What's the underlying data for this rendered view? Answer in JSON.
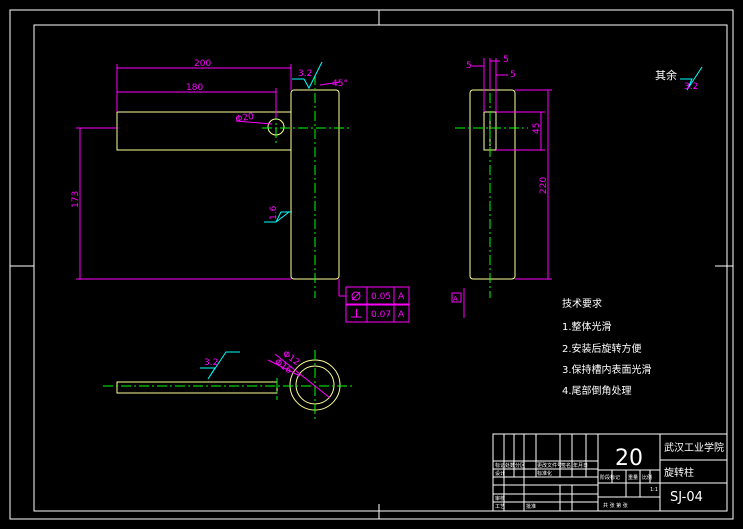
{
  "dimensions": {
    "length_200": "200",
    "length_180": "180",
    "hole_diameter": "Φ20",
    "height_173": "173",
    "angle": "45°",
    "roughness_top": "3.2",
    "roughness_mid": "1.6",
    "side_5a": "5",
    "side_5b": "5",
    "side_5c": "5",
    "side_45": "45",
    "side_220": "220",
    "ring_phi_a": "Φ12",
    "ring_phi_b": "Φ16",
    "roughness_bottom": "3.2",
    "datum": "A"
  },
  "tolerances": [
    {
      "value": "0.05",
      "datum": "A"
    },
    {
      "value": "0.07",
      "datum": "A"
    }
  ],
  "other_finish": {
    "label": "其余",
    "value": "3.2"
  },
  "tech_notes": {
    "title": "技术要求",
    "items": [
      "1.整体光滑",
      "2.安装后旋转方便",
      "3.保持槽内表面光滑",
      "4.尾部倒角处理"
    ]
  },
  "title_block": {
    "material": "20",
    "school": "武汉工业学院",
    "part_name": "旋转柱",
    "drawing_no": "SJ-04",
    "row_labels": [
      "标记",
      "处数",
      "分区",
      "更改文件号",
      "签名",
      "年月日"
    ],
    "row_labels2": [
      "设计",
      "标准化",
      "阶段标记",
      "重量",
      "比例"
    ],
    "review": "审核",
    "process": "工艺",
    "approve": "批准",
    "ratio": "1:1",
    "sheet": "共 张 第 张"
  },
  "colors": {
    "frame": "#ffffff",
    "part": "#ffff99",
    "dimension": "#ff00ff",
    "centerline": "#00ff00",
    "symbol": "#00ffff"
  }
}
